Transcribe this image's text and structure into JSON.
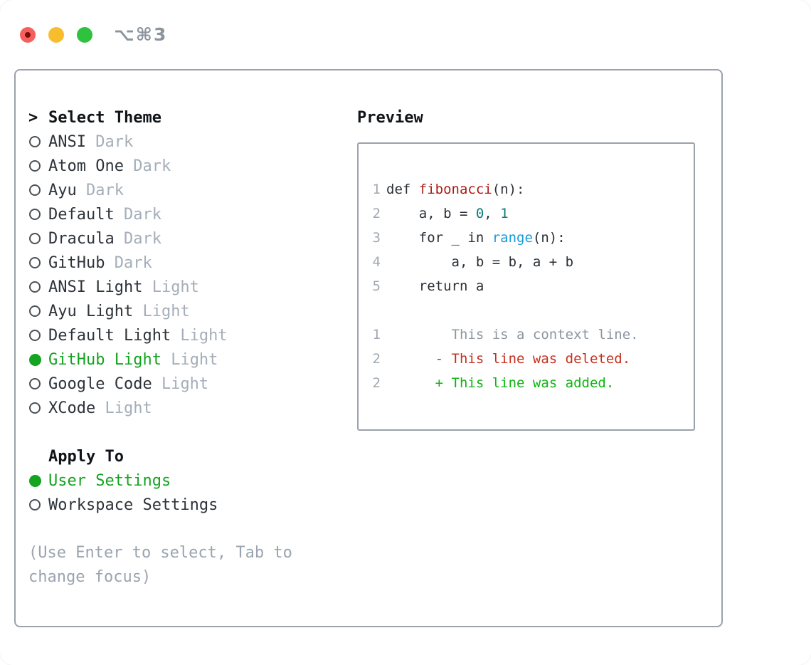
{
  "window": {
    "title": "⌥⌘3",
    "traffic_lights": [
      {
        "name": "close",
        "color": "#f4615c"
      },
      {
        "name": "minimize",
        "color": "#f8bd2f"
      },
      {
        "name": "zoom",
        "color": "#2ec23e"
      }
    ]
  },
  "theme_selector": {
    "header_marker": ">",
    "header_label": "Select Theme",
    "themes": [
      {
        "name": "ANSI",
        "variant": "Dark",
        "selected": false
      },
      {
        "name": "Atom One",
        "variant": "Dark",
        "selected": false
      },
      {
        "name": "Ayu",
        "variant": "Dark",
        "selected": false
      },
      {
        "name": "Default",
        "variant": "Dark",
        "selected": false
      },
      {
        "name": "Dracula",
        "variant": "Dark",
        "selected": false
      },
      {
        "name": "GitHub",
        "variant": "Dark",
        "selected": false
      },
      {
        "name": "ANSI Light",
        "variant": "Light",
        "selected": false
      },
      {
        "name": "Ayu Light",
        "variant": "Light",
        "selected": false
      },
      {
        "name": "Default Light",
        "variant": "Light",
        "selected": false
      },
      {
        "name": "GitHub Light",
        "variant": "Light",
        "selected": true
      },
      {
        "name": "Google Code",
        "variant": "Light",
        "selected": false
      },
      {
        "name": "XCode",
        "variant": "Light",
        "selected": false
      }
    ]
  },
  "apply_to": {
    "label": "Apply To",
    "options": [
      {
        "name": "User Settings",
        "selected": true
      },
      {
        "name": "Workspace Settings",
        "selected": false
      }
    ]
  },
  "hint": {
    "lines": [
      "(Use Enter to select, Tab to",
      "change focus)"
    ]
  },
  "preview": {
    "label": "Preview",
    "code_lines": [
      {
        "num": "1",
        "tokens": [
          {
            "t": "def ",
            "c": "plain"
          },
          {
            "t": "fibonacci",
            "c": "function"
          },
          {
            "t": "(n):",
            "c": "plain"
          }
        ]
      },
      {
        "num": "2",
        "tokens": [
          {
            "t": "    a, b = ",
            "c": "plain"
          },
          {
            "t": "0",
            "c": "number"
          },
          {
            "t": ", ",
            "c": "plain"
          },
          {
            "t": "1",
            "c": "number"
          }
        ]
      },
      {
        "num": "3",
        "tokens": [
          {
            "t": "    for _ in ",
            "c": "plain"
          },
          {
            "t": "range",
            "c": "builtin"
          },
          {
            "t": "(n):",
            "c": "plain"
          }
        ]
      },
      {
        "num": "4",
        "tokens": [
          {
            "t": "        a, b = b, a + b",
            "c": "plain"
          }
        ]
      },
      {
        "num": "5",
        "tokens": [
          {
            "t": "    return a",
            "c": "plain"
          }
        ]
      },
      {
        "num": "",
        "tokens": []
      },
      {
        "num": "1",
        "tokens": [
          {
            "t": "        This is a context line.",
            "c": "context"
          }
        ]
      },
      {
        "num": "2",
        "tokens": [
          {
            "t": "      - This line was deleted.",
            "c": "deleted"
          }
        ]
      },
      {
        "num": "2",
        "tokens": [
          {
            "t": "      + This line was added.",
            "c": "added"
          }
        ]
      }
    ]
  },
  "colors": {
    "accent_green": "#15a322",
    "added_green": "#0db410",
    "deleted_red": "#c5301f",
    "function_red": "#aa1a15",
    "number_teal": "#0e7b7b",
    "builtin_blue": "#189bd9",
    "muted_gray": "#a4aeb9",
    "border_gray": "#9aa2ac",
    "text_dark": "#2d3339"
  }
}
